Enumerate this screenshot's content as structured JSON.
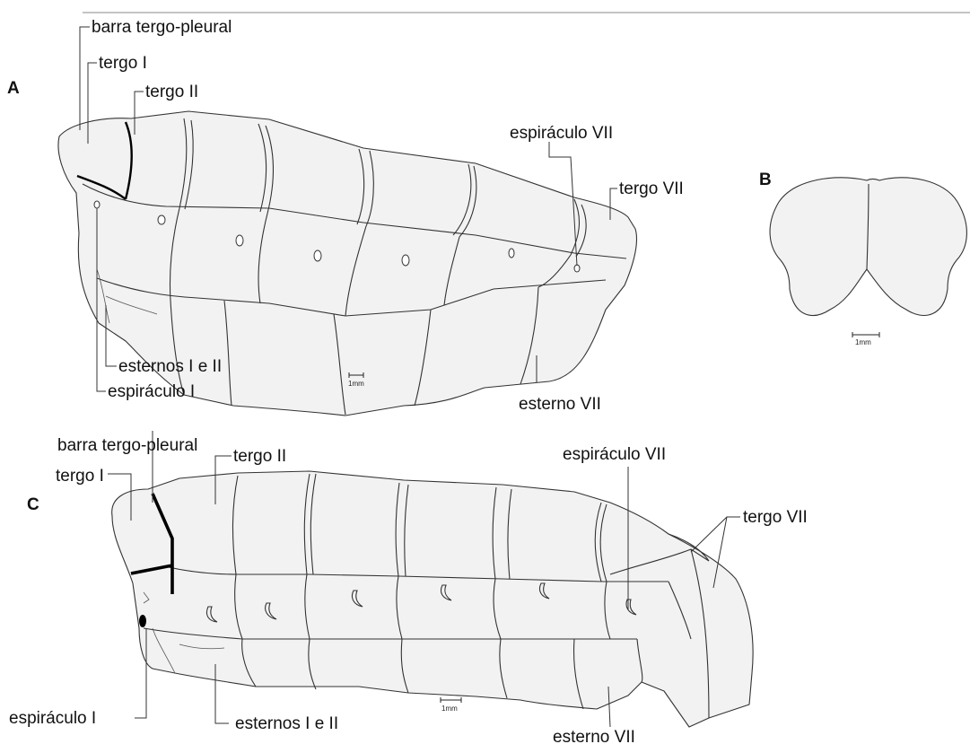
{
  "panels": {
    "a": "A",
    "b": "B",
    "c": "C"
  },
  "labels_a": {
    "barra_tergo_pleural": "barra tergo-pleural",
    "tergo_i": "tergo I",
    "tergo_ii": "tergo II",
    "espiraculo_vii": "espiráculo VII",
    "tergo_vii": "tergo VII",
    "esternos_i_ii": "esternos I e II",
    "espiraculo_i": "espiráculo I",
    "esterno_vii": "esterno VII"
  },
  "labels_c": {
    "barra_tergo_pleural": "barra tergo-pleural",
    "tergo_i": "tergo I",
    "tergo_ii": "tergo II",
    "espiraculo_vii": "espiráculo VII",
    "tergo_vii": "tergo VII",
    "espiraculo_i": "espiráculo I",
    "esternos_i_ii": "esternos I e II",
    "esterno_vii": "esterno VII"
  },
  "scale_bars": {
    "a": "1mm",
    "b": "1mm",
    "c": "1mm"
  }
}
